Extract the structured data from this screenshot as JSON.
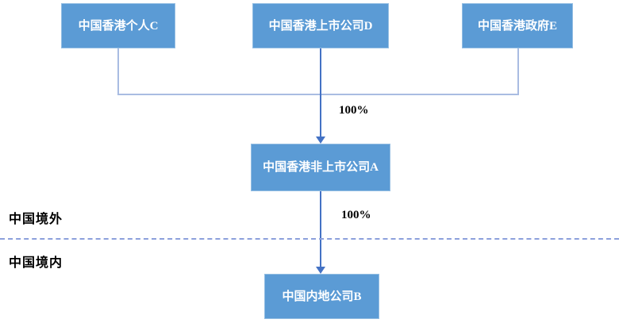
{
  "diagram": {
    "title": "equity-ownership-structure",
    "nodes": [
      {
        "id": "C",
        "label": "中国香港个人C",
        "role": "shareholder"
      },
      {
        "id": "D",
        "label": "中国香港上市公司D",
        "role": "shareholder"
      },
      {
        "id": "E",
        "label": "中国香港政府E",
        "role": "shareholder"
      },
      {
        "id": "A",
        "label": "中国香港非上市公司A",
        "role": "holding-company"
      },
      {
        "id": "B",
        "label": "中国内地公司B",
        "role": "subsidiary"
      }
    ],
    "edges": [
      {
        "from": [
          "C",
          "D",
          "E"
        ],
        "to": "A",
        "label": "100%"
      },
      {
        "from": [
          "A"
        ],
        "to": "B",
        "label": "100%"
      }
    ],
    "regions": {
      "offshore": "中国境外",
      "onshore": "中国境内"
    },
    "colors": {
      "node_fill": "#5B9BD5",
      "node_text": "#FFFFFF",
      "bracket": "#A9BCE2",
      "arrow": "#4472C4",
      "divider": "#8CA0DC",
      "label_text": "#000000"
    }
  }
}
